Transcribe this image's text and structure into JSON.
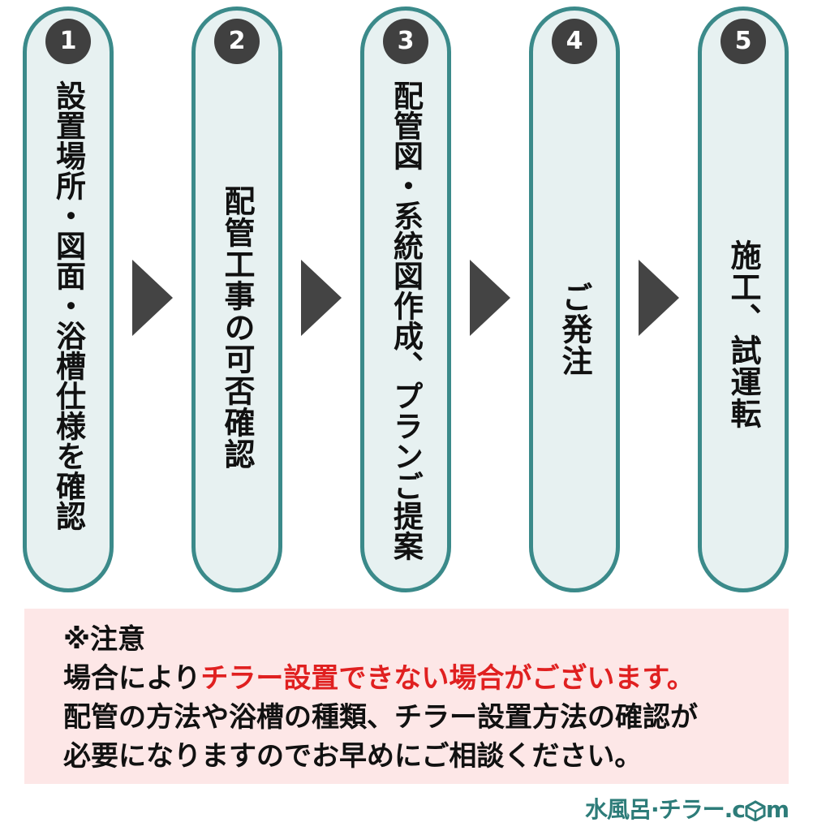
{
  "steps": [
    {
      "number": "1",
      "label": "設置場所・図面・浴槽仕様を確認"
    },
    {
      "number": "2",
      "label": "配管工事の可否確認"
    },
    {
      "number": "3",
      "label": "配管図・系統図作成、プランご提案"
    },
    {
      "number": "4",
      "label": "ご発注"
    },
    {
      "number": "5",
      "label": "施工、試運転"
    }
  ],
  "note": {
    "heading": "※注意",
    "line1_prefix": "場合により",
    "line1_highlight": "チラー設置できない場合がございます。",
    "line2": "配管の方法や浴槽の種類、チラー設置方法の確認が",
    "line3": "必要になりますのでお早めにご相談ください。"
  },
  "logo": {
    "text_main": "水風呂·チラー.c",
    "text_end": "m"
  },
  "colors": {
    "step_fill": "#e7f1f1",
    "step_border": "#3b8a8a",
    "badge": "#404040",
    "arrow": "#444444",
    "note_bg": "#fde7e7",
    "highlight": "#e02020",
    "logo": "#2d7c79"
  }
}
